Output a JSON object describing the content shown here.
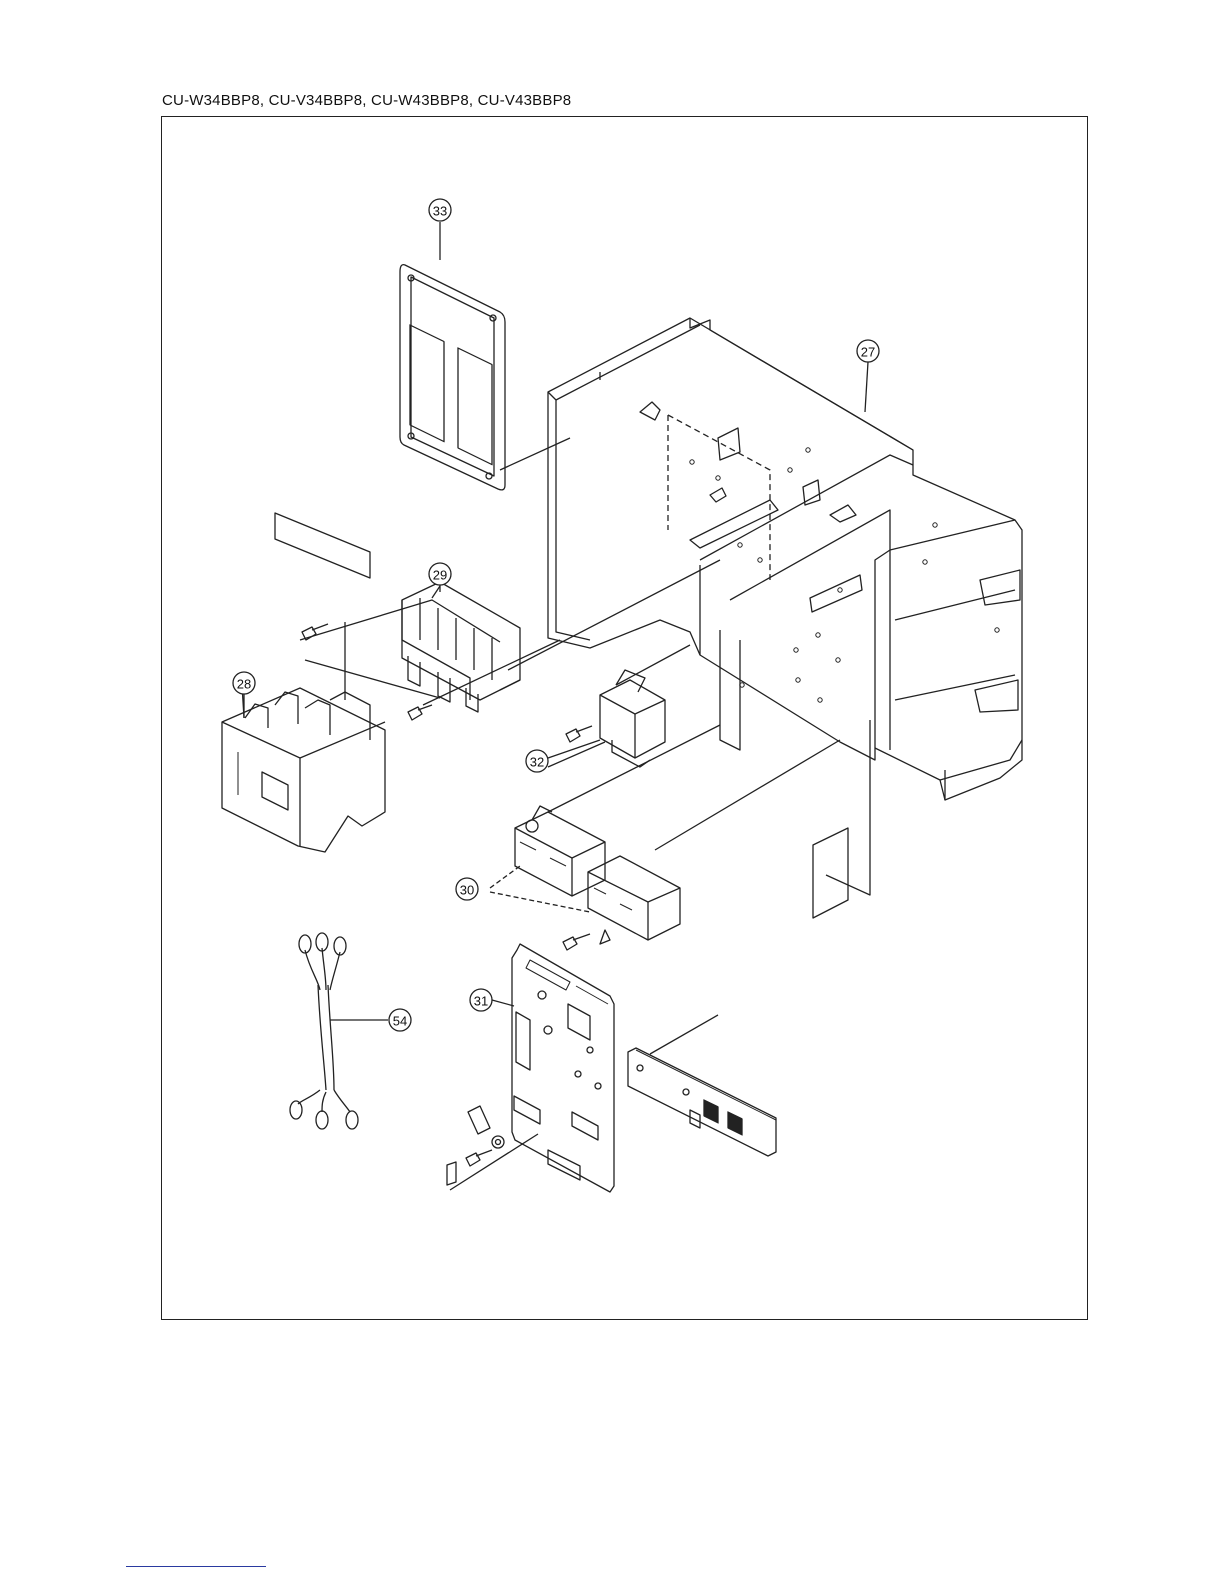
{
  "header": {
    "models": "CU-W34BBP8, CU-V34BBP8, CU-W43BBP8, CU-V43BBP8"
  },
  "callouts": {
    "c33": "33",
    "c27": "27",
    "c29": "29",
    "c28": "28",
    "c32": "32",
    "c30": "30",
    "c31": "31",
    "c54": "54"
  }
}
